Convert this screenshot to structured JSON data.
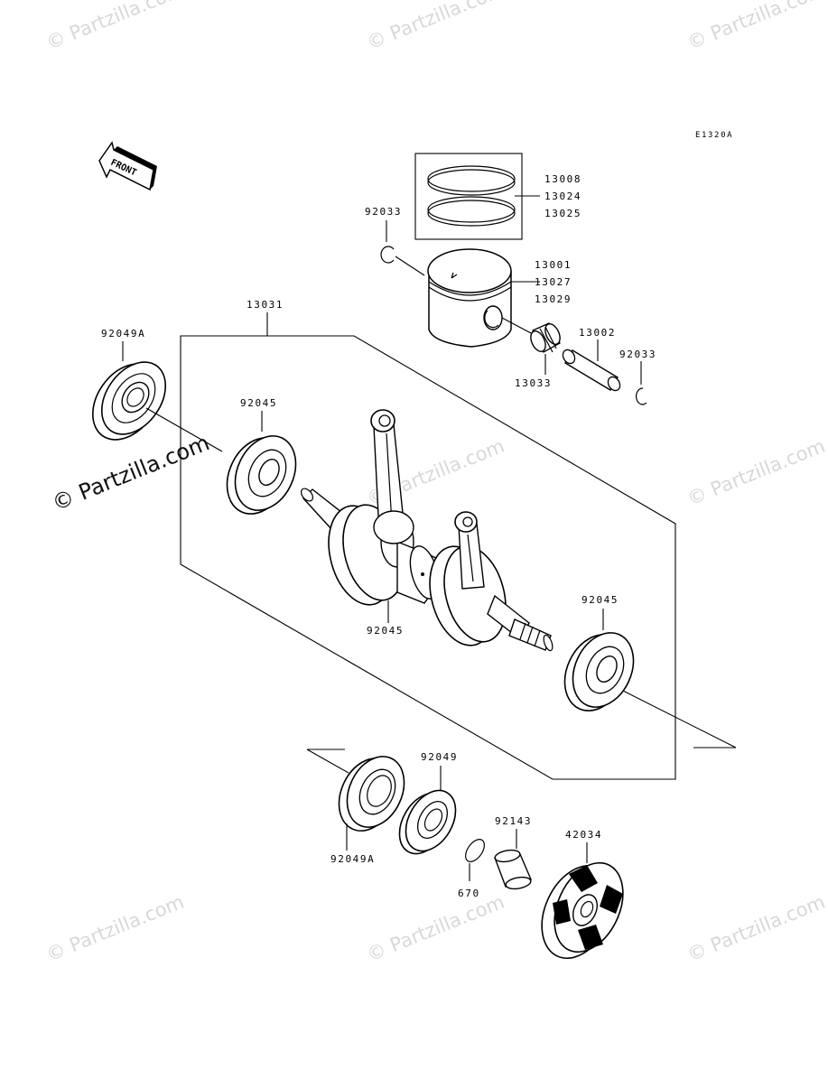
{
  "diagram_code": "E1320A",
  "front_label": "FRONT",
  "watermarks": {
    "small": "© Partzilla.com",
    "large": "© Partzilla.com"
  },
  "parts": {
    "ring_set": [
      "13008",
      "13024",
      "13025"
    ],
    "piston": [
      "13001",
      "13027",
      "13029"
    ],
    "crankshaft_assy": "13031",
    "piston_pin": "13002",
    "needle_bearing": "13033",
    "snap_ring_left": "92033",
    "snap_ring_right": "92033",
    "oil_seal_top": "92049A",
    "ball_bearing_left": "92045",
    "ball_bearing_center": "92045",
    "ball_bearing_right": "92045",
    "oil_seal_bottom": "92049A",
    "oil_seal_92049": "92049",
    "o_ring": "670",
    "collar": "92143",
    "coupling": "42034"
  }
}
